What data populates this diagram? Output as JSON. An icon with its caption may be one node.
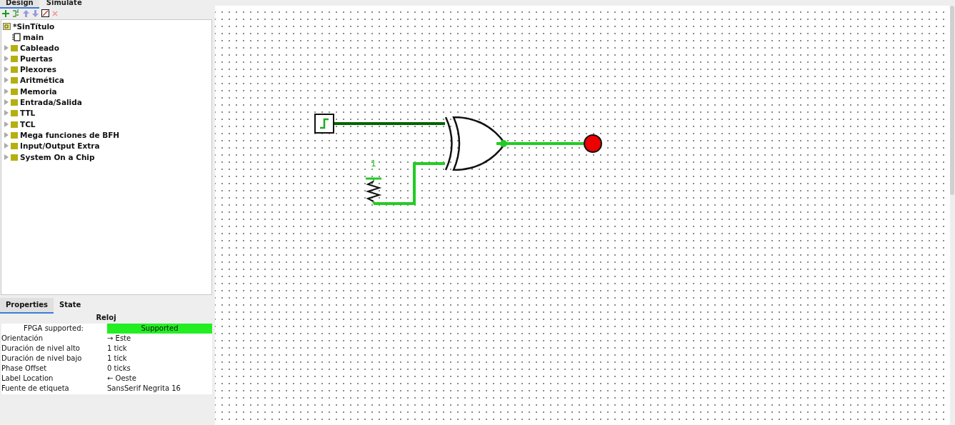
{
  "diagram": {
    "nodes": [
      {
        "text": [],
        "shape": "box"
      },
      {
        "text": [
          "1"
        ]
      },
      {
        "text": [],
        "shape": "gate"
      },
      {
        "text": [],
        "shape": "circle"
      }
    ],
    "edges": [
      {
        "from": 0,
        "to": 2,
        "arrow": "none",
        "color": "#006400"
      },
      {
        "from": 1,
        "to": 2,
        "arrow": "none"
      },
      {
        "from": 2,
        "to": 3,
        "arrow": "none"
      }
    ],
    "labels": [
      "Design",
      "Simulate",
      "*SinTítulo",
      "main",
      "Cableado",
      "Puertas",
      "Plexores",
      "Aritmética",
      "Memoria",
      "Entrada/Salida",
      "TTL",
      "TCL",
      "Mega funciones de BFH",
      "Input/Output Extra",
      "System On a Chip",
      "Properties",
      "State",
      "Reloj",
      "FPGA supported:",
      "Supported",
      "Orientación",
      "→ Este",
      "Duración de nivel alto",
      "1 tick",
      "Duración de nivel bajo",
      "1 tick",
      "Phase Offset",
      "0 ticks",
      "Label Location",
      "← Oeste",
      "Fuente de etiqueta",
      "SansSerif Negrita 16"
    ]
  }
}
